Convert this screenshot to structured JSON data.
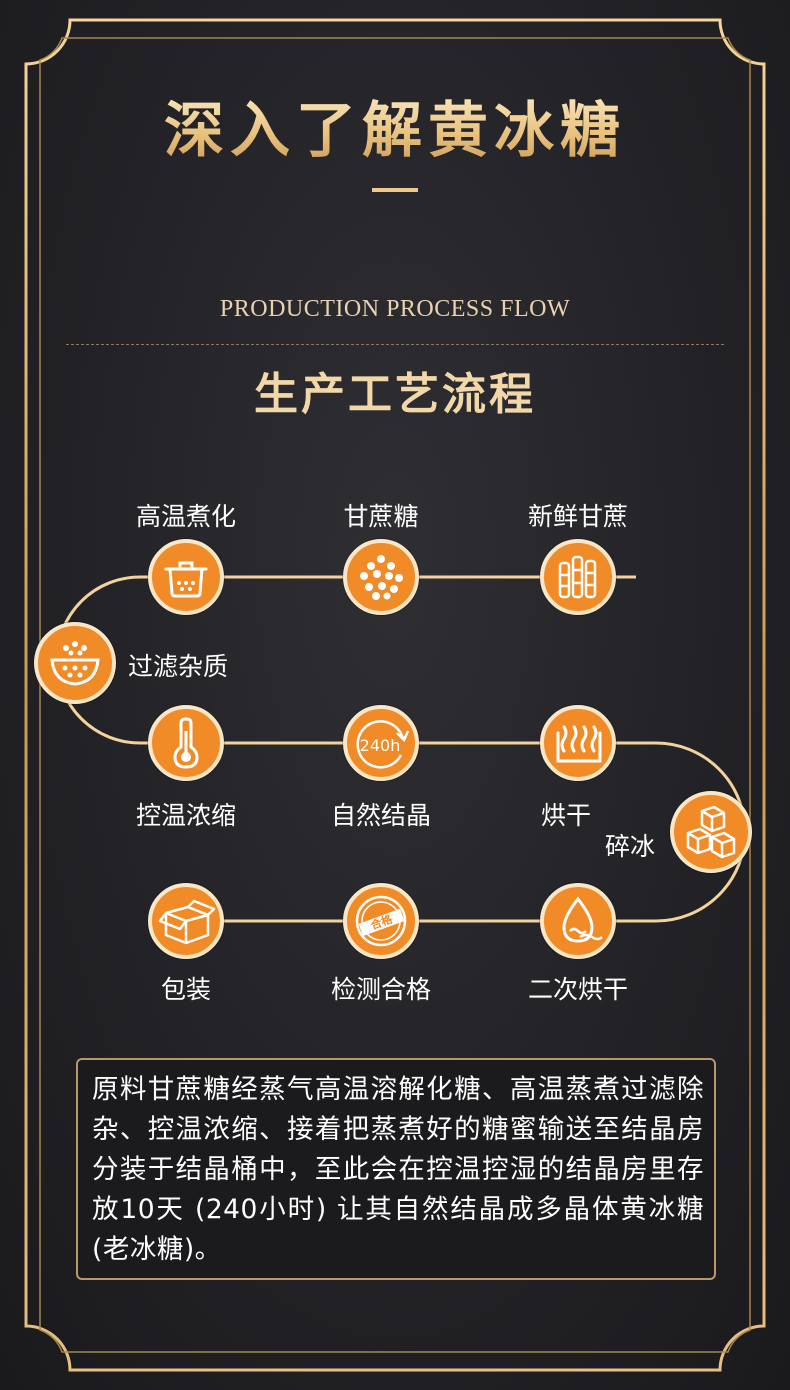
{
  "header": {
    "title": "深入了解黄冰糖",
    "subtitle_en": "PRODUCTION PROCESS FLOW",
    "subtitle_cn": "生产工艺流程"
  },
  "colors": {
    "node_fill": "#f08b28",
    "node_ring": "#fbe7c7",
    "gold": "#e9c27e",
    "background": "#232327"
  },
  "steps": {
    "fresh_cane": {
      "label": "新鲜甘蔗",
      "icon": "sugarcane-icon"
    },
    "cane_sugar": {
      "label": "甘蔗糖",
      "icon": "sugar-granules-icon"
    },
    "boil": {
      "label": "高温煮化",
      "icon": "cooking-pot-icon"
    },
    "filter": {
      "label": "过滤杂质",
      "icon": "strainer-icon"
    },
    "concentrate": {
      "label": "控温浓缩",
      "icon": "thermometer-icon"
    },
    "crystallize": {
      "label": "自然结晶",
      "icon": "240h-clock-icon",
      "icon_text": "240h"
    },
    "dry": {
      "label": "烘干",
      "icon": "heat-waves-icon"
    },
    "crush": {
      "label": "碎冰",
      "icon": "ice-cubes-icon"
    },
    "second_dry": {
      "label": "二次烘干",
      "icon": "water-drop-icon"
    },
    "inspect": {
      "label": "检测合格",
      "icon": "qualified-stamp-icon",
      "icon_text": "合格"
    },
    "package": {
      "label": "包装",
      "icon": "package-box-icon"
    }
  },
  "description": "原料甘蔗糖经蒸气高温溶解化糖、高温蒸煮过滤除杂、控温浓缩、接着把蒸煮好的糖蜜输送至结晶房分装于结晶桶中，至此会在控温控湿的结晶房里存放10天 (240小时) 让其自然结晶成多晶体黄冰糖 (老冰糖)。"
}
